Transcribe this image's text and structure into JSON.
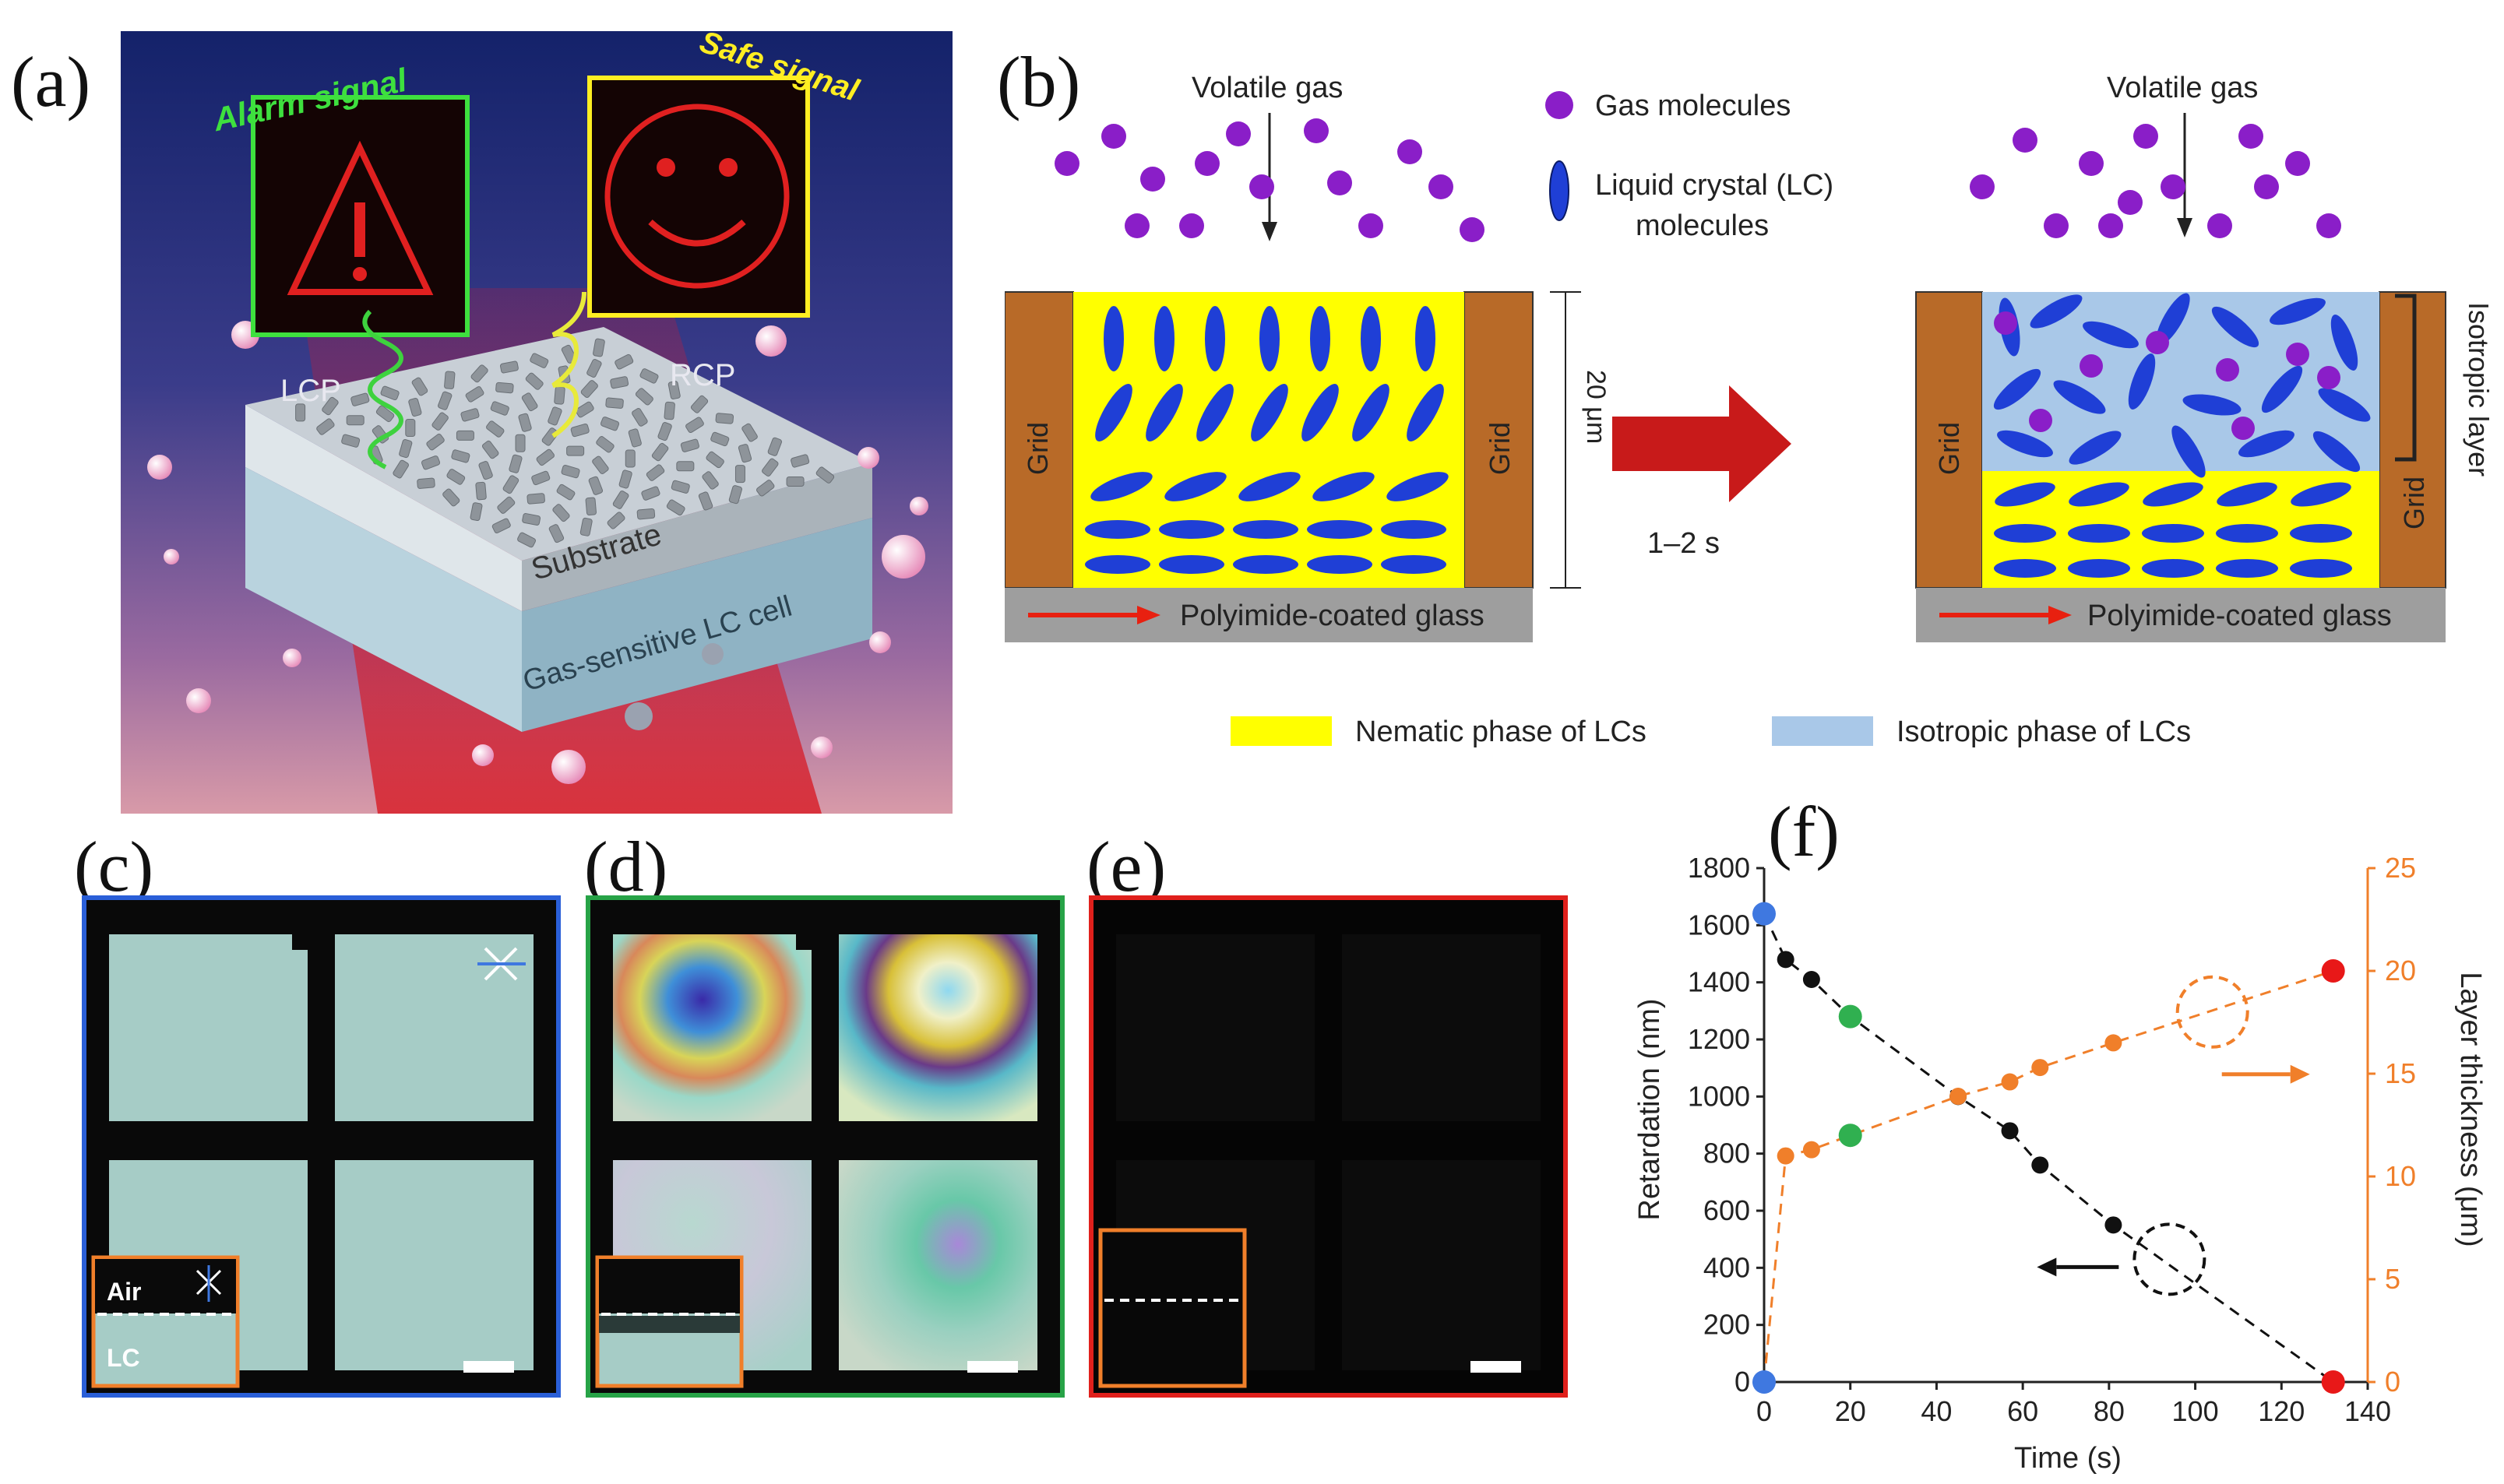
{
  "panel_labels": {
    "a": "(a)",
    "b": "(b)",
    "c": "(c)",
    "d": "(d)",
    "e": "(e)",
    "f": "(f)"
  },
  "panel_a": {
    "alarm_signal": "Alarm signal",
    "safe_signal": "Safe signal",
    "lcp": "LCP",
    "rcp": "RCP",
    "substrate": "Substrate",
    "lc_cell": "Gas-sensitive LC cell",
    "colors": {
      "bg_top": "#1a2a78",
      "bg_bottom": "#c97080",
      "alarm_frame": "#3ee03e",
      "safe_frame": "#ffee22"
    }
  },
  "panel_b": {
    "volatile_gas_left": "Volatile gas",
    "volatile_gas_right": "Volatile gas",
    "gas_molecules": "Gas molecules",
    "lc_molecules_line1": "Liquid crystal (LC)",
    "lc_molecules_line2": "molecules",
    "grid": "Grid",
    "thickness": "20 μm",
    "time": "1–2 s",
    "glass_left": "Polyimide-coated glass",
    "glass_right": "Polyimide-coated glass",
    "isotropic_layer": "Isotropic layer",
    "nematic_legend": "Nematic phase of LCs",
    "isotropic_legend": "Isotropic phase of LCs",
    "colors": {
      "nematic": "#ffff00",
      "isotropic": "#a9c8e8",
      "grid": "#b86a28",
      "glass": "#9e9e9e",
      "molecule": "#1f3fd6",
      "gas": "#8a1ec8",
      "arrow": "#c81a1a"
    }
  },
  "panel_c": {
    "air": "Air",
    "lc": "LC",
    "frame_color": "#2a5fd8"
  },
  "panel_d": {
    "frame_color": "#27a347"
  },
  "panel_e": {
    "frame_color": "#e0201c"
  },
  "chart_data": {
    "type": "scatter",
    "xlabel": "Time (s)",
    "ylabel": "Retardation (nm)",
    "y2label": "Layer thickness (μm)",
    "xlim": [
      0,
      140
    ],
    "ylim": [
      0,
      1800
    ],
    "y2lim": [
      0,
      25
    ],
    "xticks": [
      "0",
      "20",
      "40",
      "60",
      "80",
      "100",
      "120",
      "140"
    ],
    "yticks": [
      "0",
      "200",
      "400",
      "600",
      "800",
      "1000",
      "1200",
      "1400",
      "1600",
      "1800"
    ],
    "y2ticks": [
      "0",
      "5",
      "10",
      "15",
      "20",
      "25"
    ],
    "series": [
      {
        "axis": "left",
        "color": "#111111",
        "x": [
          0,
          5,
          11,
          20,
          45,
          57,
          64,
          81,
          132
        ],
        "y": [
          1640,
          1480,
          1410,
          1280,
          1000,
          880,
          760,
          550,
          0
        ]
      },
      {
        "axis": "right",
        "color": "#f07f2a",
        "x": [
          0,
          5,
          11,
          20,
          45,
          57,
          64,
          81,
          132
        ],
        "y": [
          0,
          11,
          11.3,
          12,
          13.9,
          14.6,
          15.3,
          16.5,
          20
        ]
      }
    ],
    "highlights": [
      {
        "axis": "left",
        "x": 0,
        "y": 1640,
        "color": "#3f78e0"
      },
      {
        "axis": "left",
        "x": 20,
        "y": 1280,
        "color": "#30b050"
      },
      {
        "axis": "left",
        "x": 132,
        "y": 0,
        "color": "#e81818"
      },
      {
        "axis": "right",
        "x": 0,
        "y": 0,
        "color": "#3f78e0"
      },
      {
        "axis": "right",
        "x": 20,
        "y": 12,
        "color": "#30b050"
      },
      {
        "axis": "right",
        "x": 132,
        "y": 20,
        "color": "#e81818"
      }
    ]
  }
}
